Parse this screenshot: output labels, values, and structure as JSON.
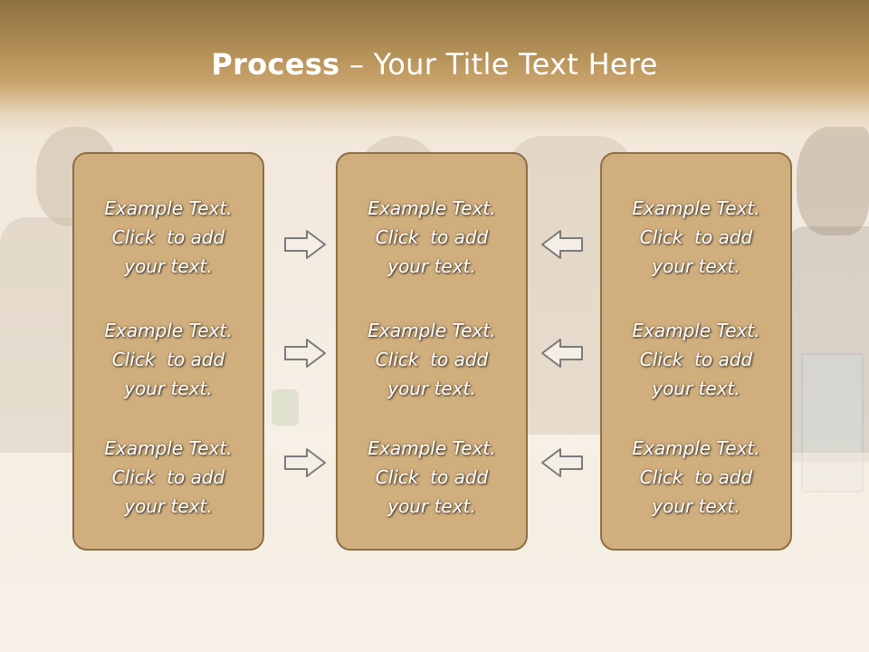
{
  "title": {
    "bold": "Process",
    "rest": " – Your Title Text Here"
  },
  "columns": [
    {
      "id": "left",
      "items": [
        {
          "line1": "Example Text.",
          "line2": "Click  to add",
          "line3": "your text."
        },
        {
          "line1": "Example Text.",
          "line2": "Click  to add",
          "line3": "your text."
        },
        {
          "line1": "Example Text.",
          "line2": "Click  to add",
          "line3": "your text."
        }
      ]
    },
    {
      "id": "middle",
      "items": [
        {
          "line1": "Example Text.",
          "line2": "Click  to add",
          "line3": "your text."
        },
        {
          "line1": "Example Text.",
          "line2": "Click  to add",
          "line3": "your text."
        },
        {
          "line1": "Example Text.",
          "line2": "Click  to add",
          "line3": "your text."
        }
      ]
    },
    {
      "id": "right",
      "items": [
        {
          "line1": "Example Text.",
          "line2": "Click  to add",
          "line3": "your text."
        },
        {
          "line1": "Example Text.",
          "line2": "Click  to add",
          "line3": "your text."
        },
        {
          "line1": "Example Text.",
          "line2": "Click  to add",
          "line3": "your text."
        }
      ]
    }
  ],
  "arrows": {
    "left_to_middle": [
      "arrow-right-icon",
      "arrow-right-icon",
      "arrow-right-icon"
    ],
    "right_to_middle": [
      "arrow-left-icon",
      "arrow-left-icon",
      "arrow-left-icon"
    ]
  },
  "colors": {
    "header": "#b08d55",
    "box_fill": "#d1ae7d",
    "box_border": "#8c6f48",
    "text": "#ffffff"
  }
}
